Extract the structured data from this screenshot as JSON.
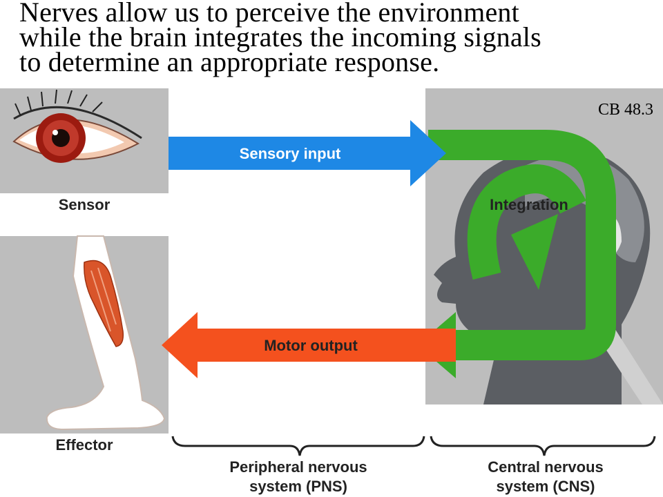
{
  "title_lines": [
    "Nerves allow us to perceive the environment",
    "while the brain integrates the incoming signals",
    "to determine an appropriate response."
  ],
  "figure_ref": "CB 48.3",
  "labels": {
    "sensory_input": "Sensory input",
    "integration": "Integration",
    "motor_output": "Motor output",
    "sensor": "Sensor",
    "effector": "Effector",
    "pns_line1": "Peripheral nervous",
    "pns_line2": "system (PNS)",
    "cns_line1": "Central nervous",
    "cns_line2": "system (CNS)"
  },
  "colors": {
    "sensory_arrow": "#1e88e5",
    "motor_arrow": "#f4511e",
    "integration_arrow": "#3bab2a",
    "panel_gray": "#bdbdbd",
    "head_dark": "#5b5e63",
    "head_mid": "#8b8e93"
  }
}
